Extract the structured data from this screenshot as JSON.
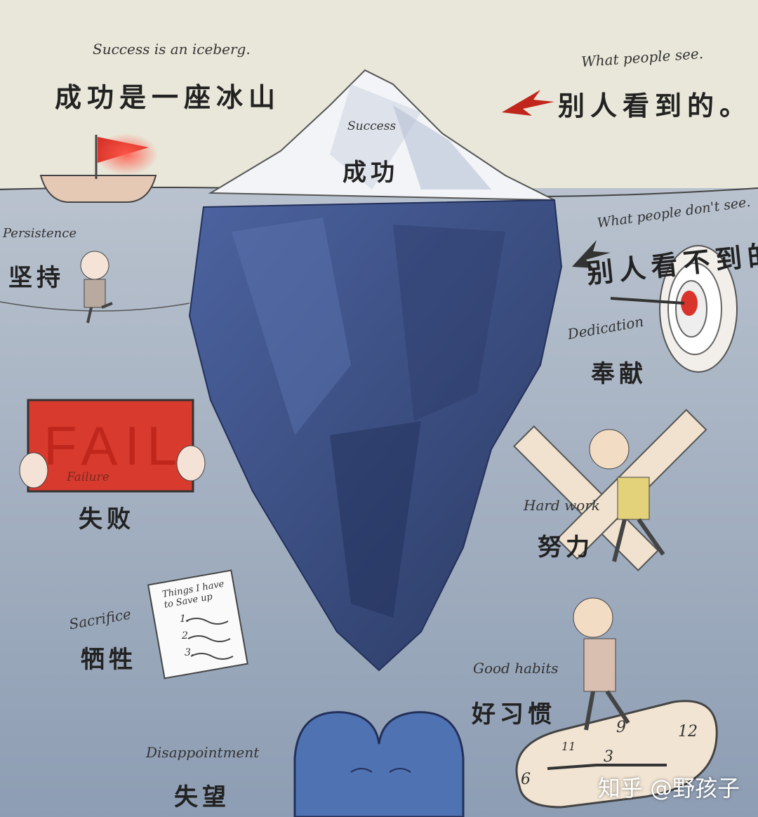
{
  "header": {
    "title_en": "Success is an iceberg.",
    "title_zh": "成功是一座冰山"
  },
  "above": {
    "en": "What people see.",
    "zh": "别人看到的。",
    "success_en": "Success",
    "success_zh": "成功"
  },
  "below": {
    "en": "What people don't see.",
    "zh": "别人看不到的"
  },
  "items": {
    "persistence": {
      "en": "Persistence",
      "zh": "坚持"
    },
    "dedication": {
      "en": "Dedication",
      "zh": "奉献"
    },
    "failure": {
      "sign": "FAIL",
      "en": "Failure",
      "zh": "失败"
    },
    "hardwork": {
      "en": "Hard work",
      "zh": "努力"
    },
    "sacrifice": {
      "en": "Sacrifice",
      "zh": "牺牲",
      "note_title": "Things I have to Save up",
      "note_items": [
        "1.",
        "2.",
        "3."
      ]
    },
    "goodhabits": {
      "en": "Good habits",
      "zh": "好习惯",
      "clock_numbers": [
        "9",
        "12",
        "3",
        "6",
        "11"
      ]
    },
    "disappointment": {
      "en": "Disappointment",
      "zh": "失望"
    }
  },
  "watermark": "知乎 @野孩子",
  "colors": {
    "sky": "#e9e7d9",
    "water": "#9aa8bb",
    "iceberg_top": "#f1f3f6",
    "iceberg_under": "#3c4f82",
    "accent_red": "#d9342b"
  }
}
